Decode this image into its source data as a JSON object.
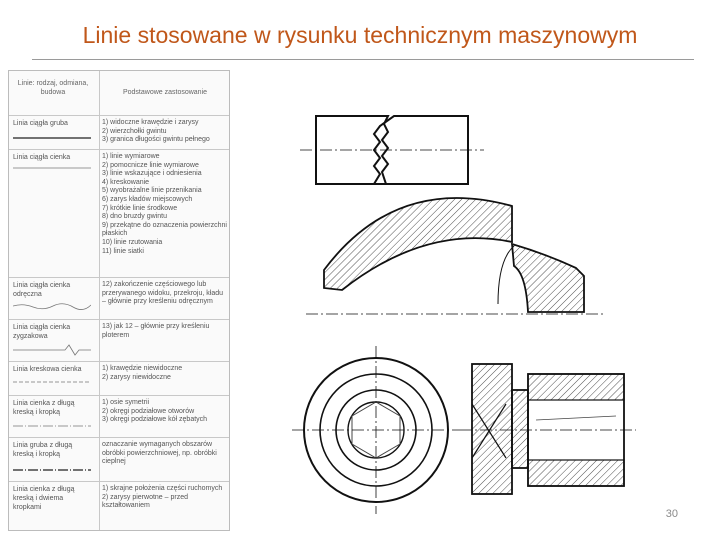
{
  "slide": {
    "title": "Linie stosowane w rysunku technicznym maszynowym",
    "page_number": "30"
  },
  "table": {
    "header_col1": "Linie: rodzaj, odmiana, budowa",
    "header_col2": "Podstawowe zastosowanie",
    "rows": [
      {
        "name": "Linia ciągła gruba",
        "uses": "1) widoczne krawędzie i zarysy\n2) wierzchołki gwintu\n3) granica długości gwintu pełnego"
      },
      {
        "name": "Linia ciągła cienka",
        "uses": "1) linie wymiarowe\n2) pomocnicze linie wymiarowe\n3) linie wskazujące i odniesienia\n4) kreskowanie\n5) wyobrażalne linie przenikania\n6) zarys kładów miejscowych\n7) krótkie linie środkowe\n8) dno bruzdy gwintu\n9) przekątne do oznaczenia powierzchni płaskich\n10) linie rzutowania\n11) linie siatki"
      },
      {
        "name": "Linia ciągła cienka odręczna",
        "uses": "12) zakończenie częściowego lub przerywanego widoku, przekroju, kładu – głównie przy kreśleniu odręcznym"
      },
      {
        "name": "Linia ciągła cienka zygzakowa",
        "uses": "13) jak 12 – głównie przy kreśleniu ploterem"
      },
      {
        "name": "Linia kreskowa cienka",
        "uses": "1) krawędzie niewidoczne\n2) zarysy niewidoczne"
      },
      {
        "name": "Linia cienka z długą kreską i kropką",
        "uses": "1) osie symetrii\n2) okręgi podziałowe otworów\n3) okręgi podziałowe kół zębatych"
      },
      {
        "name": "Linia gruba z długą kreską i kropką",
        "uses": "oznaczanie wymaganych obszarów obróbki powierzchniowej, np. obróbki cieplnej"
      },
      {
        "name": "Linia cienka z długą kreską i dwiema kropkami",
        "uses": "1) skrajne położenia części ruchomych\n2) zarysy pierwotne – przed kształtowaniem"
      }
    ]
  }
}
